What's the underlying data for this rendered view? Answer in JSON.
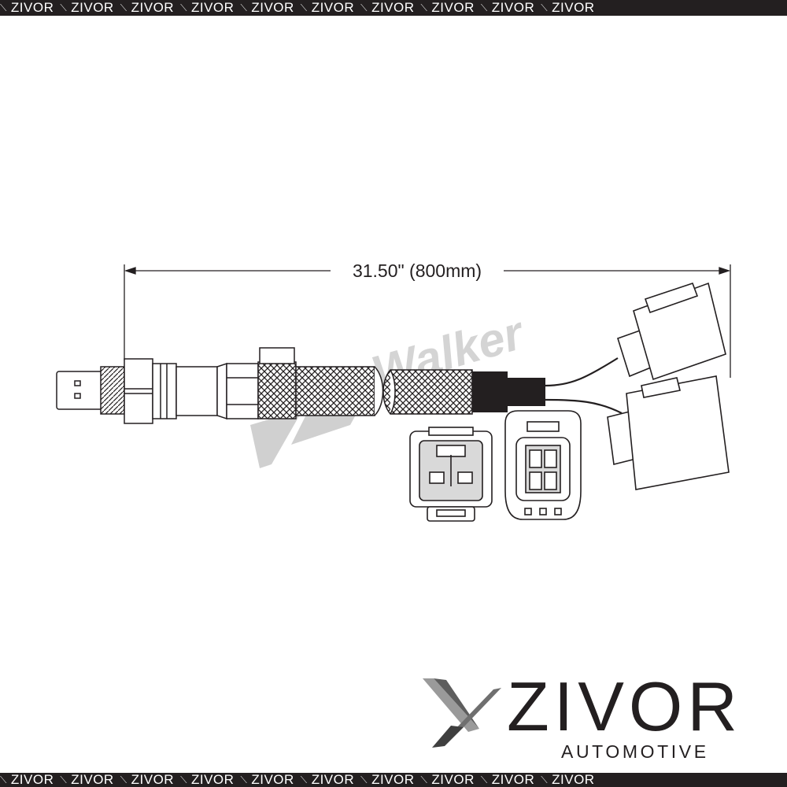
{
  "banner": {
    "items": [
      "ZIVOR",
      "ZIVOR",
      "ZIVOR",
      "ZIVOR",
      "ZIVOR",
      "ZIVOR",
      "ZIVOR",
      "ZIVOR",
      "ZIVOR",
      "ZIVOR"
    ]
  },
  "diagram": {
    "dimension_label": "31.50\" (800mm)",
    "watermark": "Walker"
  },
  "brand": {
    "name": "ZIVOR",
    "tagline": "AUTOMOTIVE"
  },
  "colors": {
    "banner_bg": "#231f20",
    "ink": "#231f20",
    "watermark": "#d0d0d0",
    "connector_fill": "#d9d9d9"
  },
  "icons": {
    "banner_separator": "x-mark-icon",
    "logo_mark": "zivor-x-mark-icon"
  }
}
